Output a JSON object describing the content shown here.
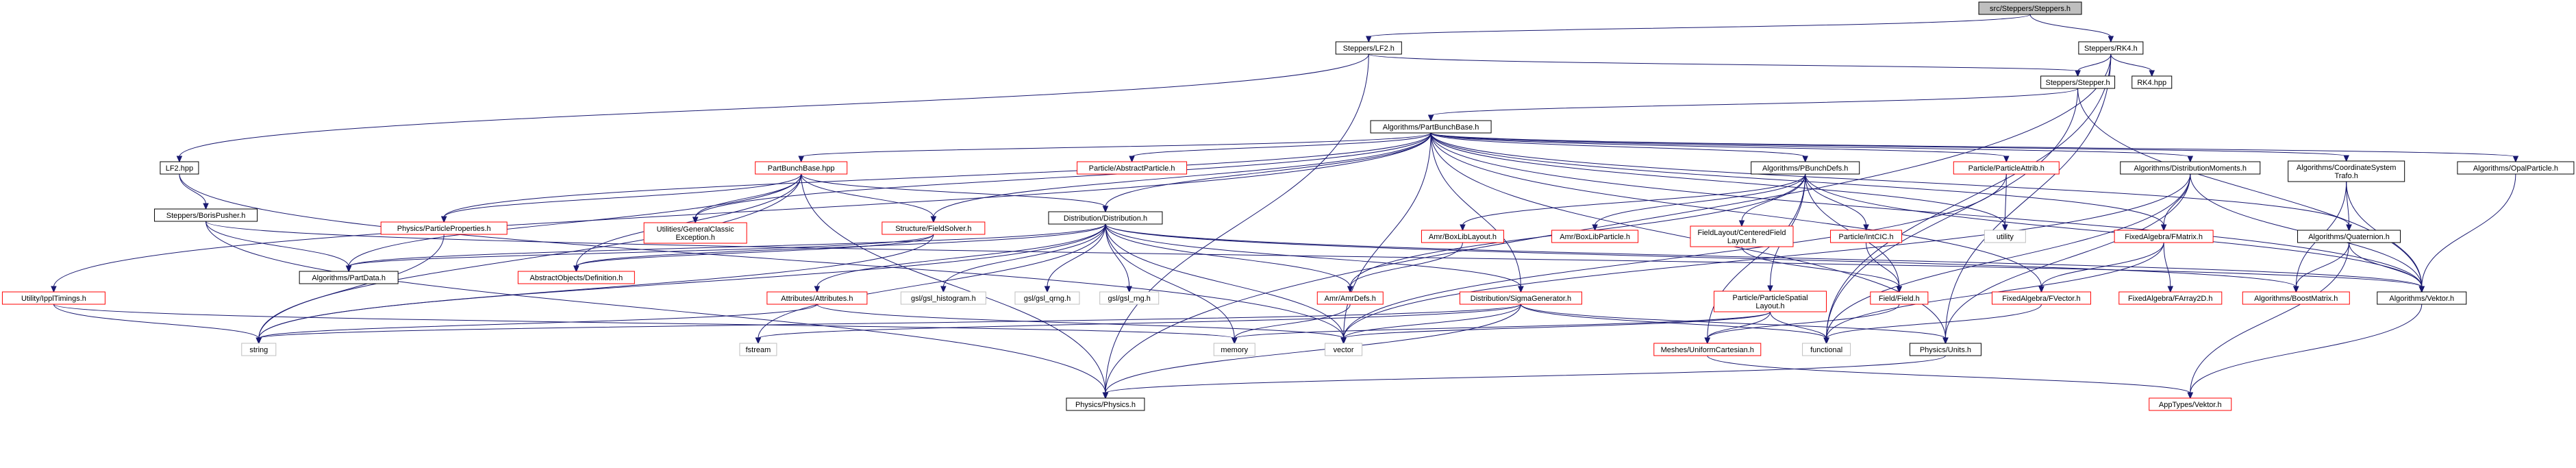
{
  "colors": {
    "root_fill": "#bfbfbf",
    "node_fill": "#ffffff",
    "node_border": "#000000",
    "missing_border": "#ff0000",
    "edge": "#191970",
    "text": "#000000"
  },
  "nodes": [
    {
      "id": "stepper_h",
      "lines": [
        "src/Steppers/Steppers.h"
      ],
      "kind": "root"
    },
    {
      "id": "lf2_h",
      "lines": [
        "Steppers/LF2.h"
      ],
      "kind": "normal"
    },
    {
      "id": "rk4_h",
      "lines": [
        "Steppers/RK4.h"
      ],
      "kind": "normal"
    },
    {
      "id": "stepper2_h",
      "lines": [
        "Steppers/Stepper.h"
      ],
      "kind": "normal"
    },
    {
      "id": "rk4_hpp",
      "lines": [
        "RK4.hpp"
      ],
      "kind": "normal"
    },
    {
      "id": "partbunchbase_h",
      "lines": [
        "Algorithms/PartBunchBase.h"
      ],
      "kind": "normal"
    },
    {
      "id": "lf2_hpp",
      "lines": [
        "LF2.hpp"
      ],
      "kind": "normal"
    },
    {
      "id": "borispusher_h",
      "lines": [
        "Steppers/BorisPusher.h"
      ],
      "kind": "normal"
    },
    {
      "id": "partbunchbase_hpp",
      "lines": [
        "PartBunchBase.hpp"
      ],
      "kind": "missing"
    },
    {
      "id": "abstractparticle_h",
      "lines": [
        "Particle/AbstractParticle.h"
      ],
      "kind": "missing"
    },
    {
      "id": "pbunchdefs_h",
      "lines": [
        "Algorithms/PBunchDefs.h"
      ],
      "kind": "normal"
    },
    {
      "id": "particleattrib_h",
      "lines": [
        "Particle/ParticleAttrib.h"
      ],
      "kind": "missing"
    },
    {
      "id": "distmoments_h",
      "lines": [
        "Algorithms/DistributionMoments.h"
      ],
      "kind": "normal"
    },
    {
      "id": "coordsys_h",
      "lines": [
        "Algorithms/CoordinateSystem",
        "Trafo.h"
      ],
      "kind": "normal"
    },
    {
      "id": "opalparticle_h",
      "lines": [
        "Algorithms/OpalParticle.h"
      ],
      "kind": "normal"
    },
    {
      "id": "ippltimings_h",
      "lines": [
        "Utility/IpplTimings.h"
      ],
      "kind": "missing"
    },
    {
      "id": "particleproperties_h",
      "lines": [
        "Physics/ParticleProperties.h"
      ],
      "kind": "missing"
    },
    {
      "id": "generalclassic_h",
      "lines": [
        "Utilities/GeneralClassic",
        "Exception.h"
      ],
      "kind": "missing"
    },
    {
      "id": "fieldsolver_h",
      "lines": [
        "Structure/FieldSolver.h"
      ],
      "kind": "missing"
    },
    {
      "id": "distribution_h",
      "lines": [
        "Distribution/Distribution.h"
      ],
      "kind": "normal"
    },
    {
      "id": "amrboxliblayout_h",
      "lines": [
        "Amr/BoxLibLayout.h"
      ],
      "kind": "missing"
    },
    {
      "id": "amrboxlibparticle_h",
      "lines": [
        "Amr/BoxLibParticle.h"
      ],
      "kind": "missing"
    },
    {
      "id": "centeredfield_h",
      "lines": [
        "FieldLayout/CenteredField",
        "Layout.h"
      ],
      "kind": "missing"
    },
    {
      "id": "intcic_h",
      "lines": [
        "Particle/IntCIC.h"
      ],
      "kind": "missing"
    },
    {
      "id": "utility",
      "lines": [
        "utility"
      ],
      "kind": "std"
    },
    {
      "id": "fmatrix_h",
      "lines": [
        "FixedAlgebra/FMatrix.h"
      ],
      "kind": "missing"
    },
    {
      "id": "quaternion_h",
      "lines": [
        "Algorithms/Quaternion.h"
      ],
      "kind": "normal"
    },
    {
      "id": "partdata_h",
      "lines": [
        "Algorithms/PartData.h"
      ],
      "kind": "normal"
    },
    {
      "id": "abstractdef_h",
      "lines": [
        "AbstractObjects/Definition.h"
      ],
      "kind": "missing"
    },
    {
      "id": "attributes_h",
      "lines": [
        "Attributes/Attributes.h"
      ],
      "kind": "missing"
    },
    {
      "id": "gsl_histogram_h",
      "lines": [
        "gsl/gsl_histogram.h"
      ],
      "kind": "std"
    },
    {
      "id": "gsl_qrng_h",
      "lines": [
        "gsl/gsl_qrng.h"
      ],
      "kind": "std"
    },
    {
      "id": "gsl_rng_h",
      "lines": [
        "gsl/gsl_rng.h"
      ],
      "kind": "std"
    },
    {
      "id": "amrdefs_h",
      "lines": [
        "Amr/AmrDefs.h"
      ],
      "kind": "missing"
    },
    {
      "id": "sigmagen_h",
      "lines": [
        "Distribution/SigmaGenerator.h"
      ],
      "kind": "missing"
    },
    {
      "id": "particlespatial_h",
      "lines": [
        "Particle/ParticleSpatial",
        "Layout.h"
      ],
      "kind": "missing"
    },
    {
      "id": "field_h",
      "lines": [
        "Field/Field.h"
      ],
      "kind": "missing"
    },
    {
      "id": "fvector_h",
      "lines": [
        "FixedAlgebra/FVector.h"
      ],
      "kind": "missing"
    },
    {
      "id": "farray2d_h",
      "lines": [
        "FixedAlgebra/FArray2D.h"
      ],
      "kind": "missing"
    },
    {
      "id": "boostmatrix_h",
      "lines": [
        "Algorithms/BoostMatrix.h"
      ],
      "kind": "missing"
    },
    {
      "id": "vektor_h",
      "lines": [
        "Algorithms/Vektor.h"
      ],
      "kind": "normal"
    },
    {
      "id": "string",
      "lines": [
        "string"
      ],
      "kind": "std"
    },
    {
      "id": "fstream",
      "lines": [
        "fstream"
      ],
      "kind": "std"
    },
    {
      "id": "memory",
      "lines": [
        "memory"
      ],
      "kind": "std"
    },
    {
      "id": "vector",
      "lines": [
        "vector"
      ],
      "kind": "std"
    },
    {
      "id": "uniformcartesian_h",
      "lines": [
        "Meshes/UniformCartesian.h"
      ],
      "kind": "missing"
    },
    {
      "id": "functional",
      "lines": [
        "functional"
      ],
      "kind": "std"
    },
    {
      "id": "units_h",
      "lines": [
        "Physics/Units.h"
      ],
      "kind": "normal"
    },
    {
      "id": "physics_h",
      "lines": [
        "Physics/Physics.h"
      ],
      "kind": "normal"
    },
    {
      "id": "apptypes_vektor_h",
      "lines": [
        "AppTypes/Vektor.h"
      ],
      "kind": "missing"
    }
  ],
  "edges": [
    [
      "stepper_h",
      "lf2_h"
    ],
    [
      "stepper_h",
      "rk4_h"
    ],
    [
      "lf2_h",
      "stepper2_h"
    ],
    [
      "lf2_h",
      "lf2_hpp"
    ],
    [
      "lf2_h",
      "physics_h"
    ],
    [
      "rk4_h",
      "stepper2_h"
    ],
    [
      "rk4_h",
      "rk4_hpp"
    ],
    [
      "rk4_h",
      "units_h"
    ],
    [
      "rk4_h",
      "physics_h"
    ],
    [
      "rk4_h",
      "functional"
    ],
    [
      "stepper2_h",
      "partbunchbase_h"
    ],
    [
      "stepper2_h",
      "vektor_h"
    ],
    [
      "stepper2_h",
      "functional"
    ],
    [
      "partbunchbase_h",
      "partbunchbase_hpp"
    ],
    [
      "partbunchbase_h",
      "abstractparticle_h"
    ],
    [
      "partbunchbase_h",
      "pbunchdefs_h"
    ],
    [
      "partbunchbase_h",
      "particleattrib_h"
    ],
    [
      "partbunchbase_h",
      "distmoments_h"
    ],
    [
      "partbunchbase_h",
      "coordsys_h"
    ],
    [
      "partbunchbase_h",
      "opalparticle_h"
    ],
    [
      "partbunchbase_h",
      "ippltimings_h"
    ],
    [
      "partbunchbase_h",
      "particleproperties_h"
    ],
    [
      "partbunchbase_h",
      "generalclassic_h"
    ],
    [
      "partbunchbase_h",
      "fieldsolver_h"
    ],
    [
      "partbunchbase_h",
      "distribution_h"
    ],
    [
      "partbunchbase_h",
      "utility"
    ],
    [
      "partbunchbase_h",
      "fmatrix_h"
    ],
    [
      "partbunchbase_h",
      "fvector_h"
    ],
    [
      "partbunchbase_h",
      "quaternion_h"
    ],
    [
      "partbunchbase_h",
      "vector"
    ],
    [
      "partbunchbase_h",
      "sigmagen_h"
    ],
    [
      "partbunchbase_h",
      "units_h"
    ],
    [
      "partbunchbase_h",
      "vektor_h"
    ],
    [
      "lf2_hpp",
      "borispusher_h"
    ],
    [
      "lf2_hpp",
      "vector"
    ],
    [
      "borispusher_h",
      "partdata_h"
    ],
    [
      "borispusher_h",
      "vektor_h"
    ],
    [
      "borispusher_h",
      "physics_h"
    ],
    [
      "partbunchbase_hpp",
      "particleproperties_h"
    ],
    [
      "partbunchbase_hpp",
      "generalclassic_h"
    ],
    [
      "partbunchbase_hpp",
      "fieldsolver_h"
    ],
    [
      "partbunchbase_hpp",
      "distribution_h"
    ],
    [
      "partbunchbase_hpp",
      "partdata_h"
    ],
    [
      "partbunchbase_hpp",
      "abstractdef_h"
    ],
    [
      "partbunchbase_hpp",
      "string"
    ],
    [
      "partbunchbase_hpp",
      "physics_h"
    ],
    [
      "pbunchdefs_h",
      "amrboxliblayout_h"
    ],
    [
      "pbunchdefs_h",
      "amrboxlibparticle_h"
    ],
    [
      "pbunchdefs_h",
      "centeredfield_h"
    ],
    [
      "pbunchdefs_h",
      "intcic_h"
    ],
    [
      "pbunchdefs_h",
      "particlespatial_h"
    ],
    [
      "pbunchdefs_h",
      "field_h"
    ],
    [
      "pbunchdefs_h",
      "amrdefs_h"
    ],
    [
      "pbunchdefs_h",
      "uniformcartesian_h"
    ],
    [
      "pbunchdefs_h",
      "vektor_h"
    ],
    [
      "particleattrib_h",
      "utility"
    ],
    [
      "particleattrib_h",
      "vector"
    ],
    [
      "distmoments_h",
      "fmatrix_h"
    ],
    [
      "distmoments_h",
      "vektor_h"
    ],
    [
      "distmoments_h",
      "units_h"
    ],
    [
      "distmoments_h",
      "vector"
    ],
    [
      "distmoments_h",
      "functional"
    ],
    [
      "coordsys_h",
      "quaternion_h"
    ],
    [
      "coordsys_h",
      "boostmatrix_h"
    ],
    [
      "coordsys_h",
      "vektor_h"
    ],
    [
      "opalparticle_h",
      "vektor_h"
    ],
    [
      "ippltimings_h",
      "string"
    ],
    [
      "ippltimings_h",
      "memory"
    ],
    [
      "particleproperties_h",
      "string"
    ],
    [
      "fieldsolver_h",
      "partdata_h"
    ],
    [
      "fieldsolver_h",
      "abstractdef_h"
    ],
    [
      "fieldsolver_h",
      "string"
    ],
    [
      "distribution_h",
      "partdata_h"
    ],
    [
      "distribution_h",
      "abstractdef_h"
    ],
    [
      "distribution_h",
      "attributes_h"
    ],
    [
      "distribution_h",
      "gsl_histogram_h"
    ],
    [
      "distribution_h",
      "gsl_qrng_h"
    ],
    [
      "distribution_h",
      "gsl_rng_h"
    ],
    [
      "distribution_h",
      "amrdefs_h"
    ],
    [
      "distribution_h",
      "sigmagen_h"
    ],
    [
      "distribution_h",
      "boostmatrix_h"
    ],
    [
      "distribution_h",
      "vektor_h"
    ],
    [
      "distribution_h",
      "string"
    ],
    [
      "distribution_h",
      "fstream"
    ],
    [
      "distribution_h",
      "memory"
    ],
    [
      "distribution_h",
      "vector"
    ],
    [
      "amrboxliblayout_h",
      "amrdefs_h"
    ],
    [
      "centeredfield_h",
      "field_h"
    ],
    [
      "intcic_h",
      "field_h"
    ],
    [
      "fmatrix_h",
      "fvector_h"
    ],
    [
      "fmatrix_h",
      "farray2d_h"
    ],
    [
      "fmatrix_h",
      "functional"
    ],
    [
      "quaternion_h",
      "boostmatrix_h"
    ],
    [
      "quaternion_h",
      "vektor_h"
    ],
    [
      "quaternion_h",
      "apptypes_vektor_h"
    ],
    [
      "attributes_h",
      "string"
    ],
    [
      "attributes_h",
      "vector"
    ],
    [
      "amrdefs_h",
      "memory"
    ],
    [
      "sigmagen_h",
      "units_h"
    ],
    [
      "sigmagen_h",
      "physics_h"
    ],
    [
      "sigmagen_h",
      "string"
    ],
    [
      "sigmagen_h",
      "fstream"
    ],
    [
      "sigmagen_h",
      "functional"
    ],
    [
      "sigmagen_h",
      "vector"
    ],
    [
      "particlespatial_h",
      "vector"
    ],
    [
      "particlespatial_h",
      "functional"
    ],
    [
      "particlespatial_h",
      "memory"
    ],
    [
      "particlespatial_h",
      "uniformcartesian_h"
    ],
    [
      "field_h",
      "uniformcartesian_h"
    ],
    [
      "fvector_h",
      "functional"
    ],
    [
      "vektor_h",
      "apptypes_vektor_h"
    ],
    [
      "uniformcartesian_h",
      "apptypes_vektor_h"
    ],
    [
      "units_h",
      "physics_h"
    ]
  ]
}
